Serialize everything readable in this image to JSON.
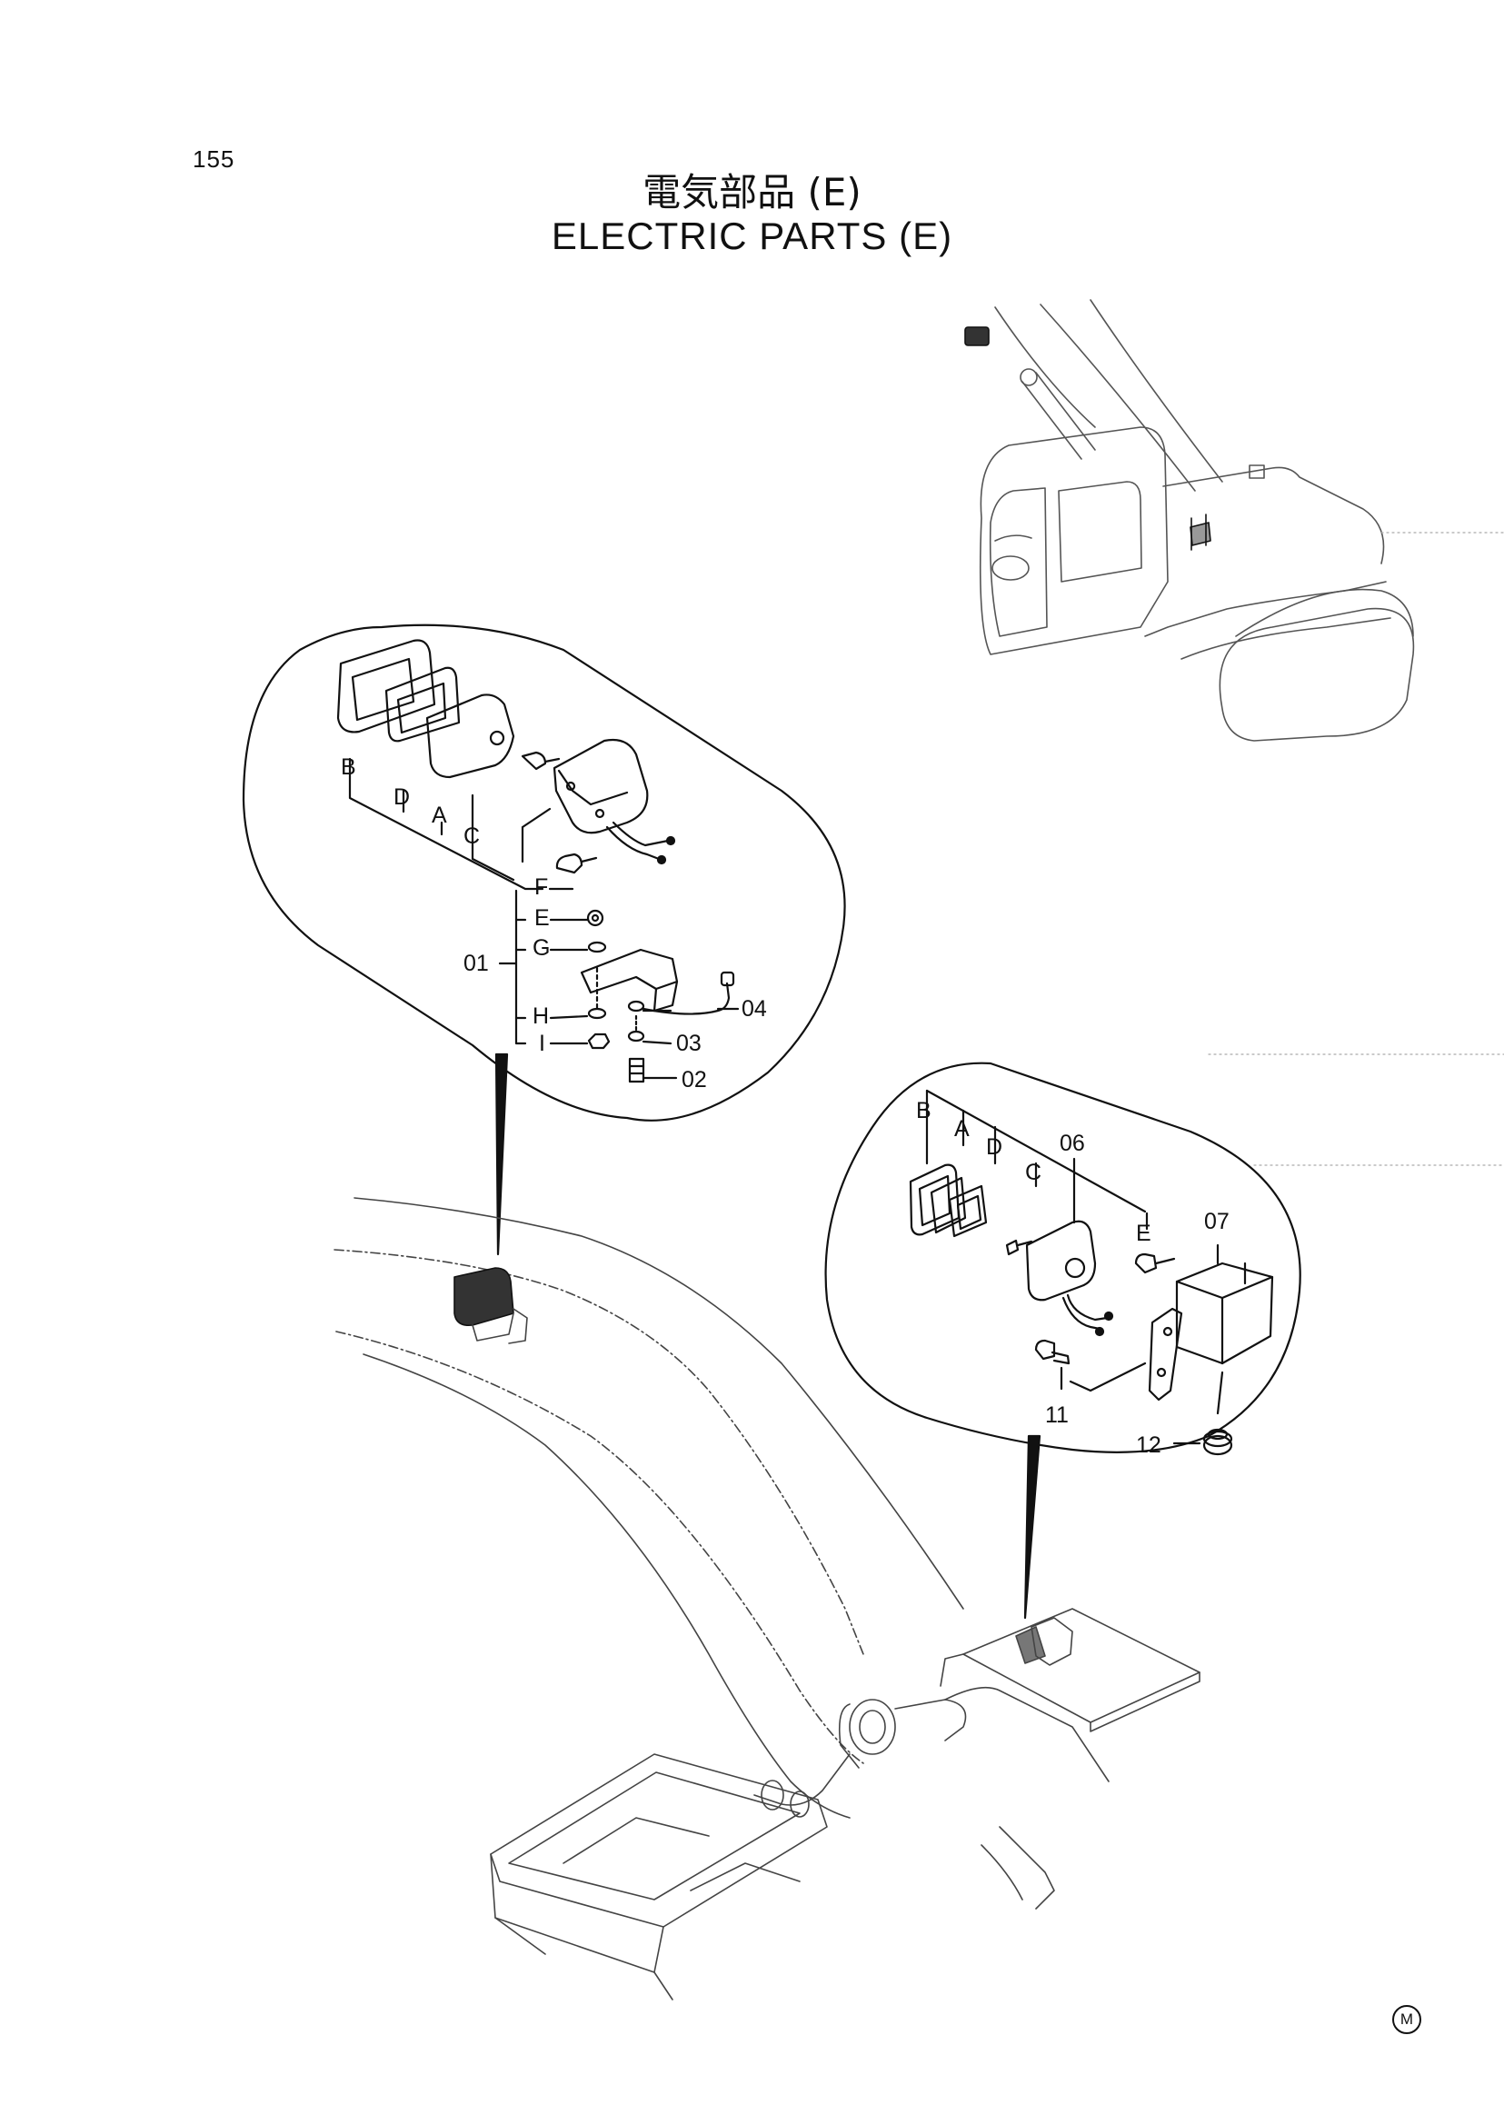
{
  "page": {
    "number": "155",
    "title_jp": "電気部品 (E)",
    "title_en": "ELECTRIC PARTS (E)",
    "mark": "M"
  },
  "callouts_left": {
    "B": "B",
    "D": "D",
    "A": "A",
    "C": "C",
    "F": "F",
    "E": "E",
    "G": "G",
    "H": "H",
    "I": "I",
    "p01": "01",
    "p02": "02",
    "p03": "03",
    "p04": "04"
  },
  "callouts_right": {
    "B": "B",
    "A": "A",
    "D": "D",
    "C": "C",
    "E": "E",
    "p06": "06",
    "p07": "07",
    "p11": "11",
    "p12": "12"
  }
}
